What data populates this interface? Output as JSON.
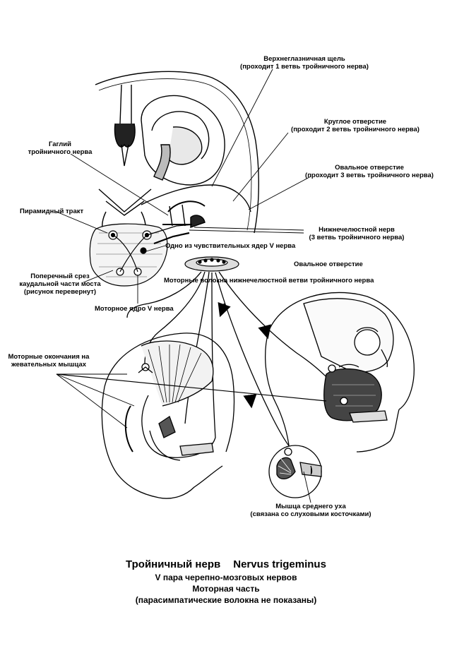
{
  "labels": {
    "superior_orbital_fissure": [
      "Верхнеглазничная щель",
      "(проходит 1 ветвь тройничного нерва)"
    ],
    "foramen_rotundum": [
      "Круглое отверстие",
      "(проходит 2 ветвь тройничного нерва)"
    ],
    "ganglion": [
      "Гаглий",
      "тройничного нерва"
    ],
    "foramen_ovale_top": [
      "Овальное отверстие",
      "(проходит 3 ветвь тройничного нерва)"
    ],
    "pyramidal_tract": "Пирамидный тракт",
    "mandibular_nerve": [
      "Нижнечелюстной нерв",
      "(3 ветвь тройничного нерва)"
    ],
    "sensory_nucleus": "Одно из чувствительных ядер V нерва",
    "foramen_ovale": "Овальное отверстие",
    "cross_section": [
      "Поперечный срез",
      "каудальной части моста",
      "(рисунок перевернут)"
    ],
    "motor_fibers": "Моторные волокна  нижнечелюстной ветви тройничного нерва",
    "motor_nucleus": "Моторное ядро V нерва",
    "motor_endings": [
      "Моторные окончания на",
      "жевательных мышцах"
    ],
    "middle_ear_muscle": [
      "Мышца среднего уха",
      "(связана со слуховыми косточками)"
    ]
  },
  "caption": {
    "title_ru": "Тройничный нерв",
    "title_lat": "Nervus trigeminus",
    "line2": "V пара черепно-мозговых нервов",
    "line3": "Моторная часть",
    "line4": "(парасимпатические волокна не показаны)"
  }
}
